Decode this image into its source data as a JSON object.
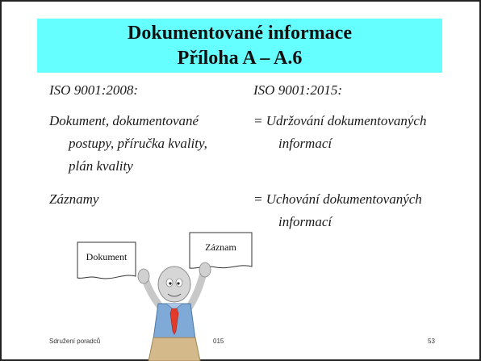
{
  "title": {
    "line1": "Dokumentované informace",
    "line2": "Příloha A – A.6"
  },
  "left": {
    "header": "ISO 9001:2008:",
    "item1": [
      "Dokument, dokumentované",
      "postupy, příručka kvality,",
      "plán kvality"
    ],
    "item2": "Záznamy"
  },
  "right": {
    "header": "ISO 9001:2015:",
    "item1": [
      "= Udržování dokumentovaných",
      "informací"
    ],
    "item2": [
      "= Uchování dokumentovaných",
      "informací"
    ]
  },
  "illustration": {
    "doc_left_label": "Dokument",
    "doc_right_label": "Záznam"
  },
  "footer": {
    "left": "Sdružení poradců",
    "center_fragment": "015",
    "page_number": "53"
  },
  "colors": {
    "title_bg": "#66ffff",
    "figure_skin": "#d9d9d9",
    "shirt": "#7fa9d6",
    "tie": "#e23b2a",
    "pants": "#d4b98a"
  }
}
